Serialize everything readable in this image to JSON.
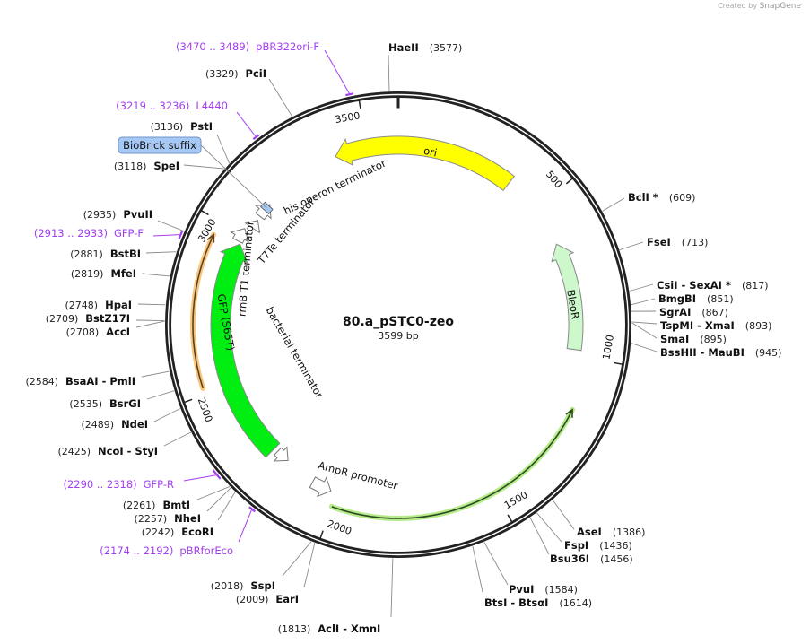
{
  "credit": {
    "prefix": "Created by",
    "brand": "SnapGene"
  },
  "plasmid": {
    "name": "80.a_pSTC0-zeo",
    "length": 3599,
    "length_label": "3599 bp"
  },
  "ticks": [
    "500",
    "1000",
    "1500",
    "2000",
    "2500",
    "3000",
    "3500"
  ],
  "features": [
    {
      "name": "ori",
      "start": 3394,
      "end": 380,
      "direction": "reverse",
      "color": "#ffff00",
      "kind": "block"
    },
    {
      "name": "BleoR",
      "start": 630,
      "end": 980,
      "direction": "reverse",
      "color": "#ccf8cc",
      "kind": "block"
    },
    {
      "name": "AmpR",
      "start": 1160,
      "end": 2000,
      "direction": "reverse",
      "color": "#b5ec8a",
      "kind": "line"
    },
    {
      "name": "GFP (S65T)",
      "start": 2249,
      "end": 2969,
      "direction": "forward",
      "color": "#00ee11",
      "kind": "block"
    },
    {
      "name": "",
      "start": 2519,
      "end": 2959,
      "direction": "forward",
      "color": "#f7c77e",
      "kind": "line"
    },
    {
      "name": "bacterial terminator",
      "start": 2190,
      "end": 2235,
      "direction": "reverse",
      "color": "#ffffff",
      "kind": "open"
    },
    {
      "name": "AmpR promoter",
      "start": 2020,
      "end": 2085,
      "direction": "reverse",
      "color": "#ffffff",
      "kind": "open"
    },
    {
      "name": "rrnB T1 terminator",
      "start": 2975,
      "end": 3020,
      "direction": "forward",
      "color": "#ffffff",
      "kind": "open"
    },
    {
      "name": "T7Te terminator",
      "start": 3035,
      "end": 3065,
      "direction": "forward",
      "color": "#ffffff",
      "kind": "open"
    },
    {
      "name": "his operon terminator",
      "start": 3080,
      "end": 3130,
      "direction": "forward",
      "color": "#ffffff",
      "kind": "open"
    },
    {
      "name": "BioBrick suffix",
      "start": 3105,
      "end": 3125,
      "direction": "none",
      "color": "#a6c8f5",
      "kind": "box"
    }
  ],
  "enzymes": [
    {
      "name": "HaeII",
      "pos": 3577,
      "label": "(3577)"
    },
    {
      "name": "PciI",
      "pos": 3329,
      "label": "(3329)"
    },
    {
      "name": "PstI",
      "pos": 3136,
      "label": "(3136)"
    },
    {
      "name": "SpeI",
      "pos": 3118,
      "label": "(3118)"
    },
    {
      "name": "PvuII",
      "pos": 2935,
      "label": "(2935)"
    },
    {
      "name": "BstBI",
      "pos": 2881,
      "label": "(2881)"
    },
    {
      "name": "MfeI",
      "pos": 2819,
      "label": "(2819)"
    },
    {
      "name": "HpaI",
      "pos": 2748,
      "label": "(2748)"
    },
    {
      "name": "BstZ17I",
      "pos": 2709,
      "label": "(2709)"
    },
    {
      "name": "AccI",
      "pos": 2708,
      "label": "(2708)"
    },
    {
      "name": "BsaAI  -  PmlI",
      "pos": 2584,
      "label": "(2584)"
    },
    {
      "name": "BsrGI",
      "pos": 2535,
      "label": "(2535)"
    },
    {
      "name": "NdeI",
      "pos": 2489,
      "label": "(2489)"
    },
    {
      "name": "NcoI  -  StyI",
      "pos": 2425,
      "label": "(2425)"
    },
    {
      "name": "BmtI",
      "pos": 2261,
      "label": "(2261)"
    },
    {
      "name": "NheI",
      "pos": 2257,
      "label": "(2257)"
    },
    {
      "name": "EcoRI",
      "pos": 2242,
      "label": "(2242)"
    },
    {
      "name": "SspI",
      "pos": 2018,
      "label": "(2018)"
    },
    {
      "name": "EarI",
      "pos": 2009,
      "label": "(2009)"
    },
    {
      "name": "AclI  -  XmnI",
      "pos": 1813,
      "label": "(1813)"
    },
    {
      "name": "BclI *",
      "pos": 609,
      "label": "(609)"
    },
    {
      "name": "FseI",
      "pos": 713,
      "label": "(713)"
    },
    {
      "name": "CsiI  -  SexAI *",
      "pos": 817,
      "label": "(817)"
    },
    {
      "name": "BmgBI",
      "pos": 851,
      "label": "(851)"
    },
    {
      "name": "SgrAI",
      "pos": 867,
      "label": "(867)"
    },
    {
      "name": "TspMI  -  XmaI",
      "pos": 893,
      "label": "(893)"
    },
    {
      "name": "SmaI",
      "pos": 895,
      "label": "(895)"
    },
    {
      "name": "BssHII  -  MauBI",
      "pos": 945,
      "label": "(945)"
    },
    {
      "name": "AseI",
      "pos": 1386,
      "label": "(1386)"
    },
    {
      "name": "FspI",
      "pos": 1436,
      "label": "(1436)"
    },
    {
      "name": "Bsu36I",
      "pos": 1456,
      "label": "(1456)"
    },
    {
      "name": "PvuI",
      "pos": 1584,
      "label": "(1584)"
    },
    {
      "name": "BtsI  -  BtsαI",
      "pos": 1614,
      "label": "(1614)"
    }
  ],
  "primers": [
    {
      "name": "pBR322ori-F",
      "start": 3470,
      "end": 3489,
      "label": "(3470 .. 3489)"
    },
    {
      "name": "L4440",
      "start": 3219,
      "end": 3236,
      "label": "(3219 .. 3236)"
    },
    {
      "name": "GFP-F",
      "start": 2913,
      "end": 2933,
      "label": "(2913 .. 2933)"
    },
    {
      "name": "GFP-R",
      "start": 2290,
      "end": 2318,
      "label": "(2290 .. 2318)"
    },
    {
      "name": "pBRforEco",
      "start": 2174,
      "end": 2192,
      "label": "(2174 .. 2192)"
    }
  ],
  "colors": {
    "primer": "#a33ef0",
    "backbone": "#222222"
  }
}
